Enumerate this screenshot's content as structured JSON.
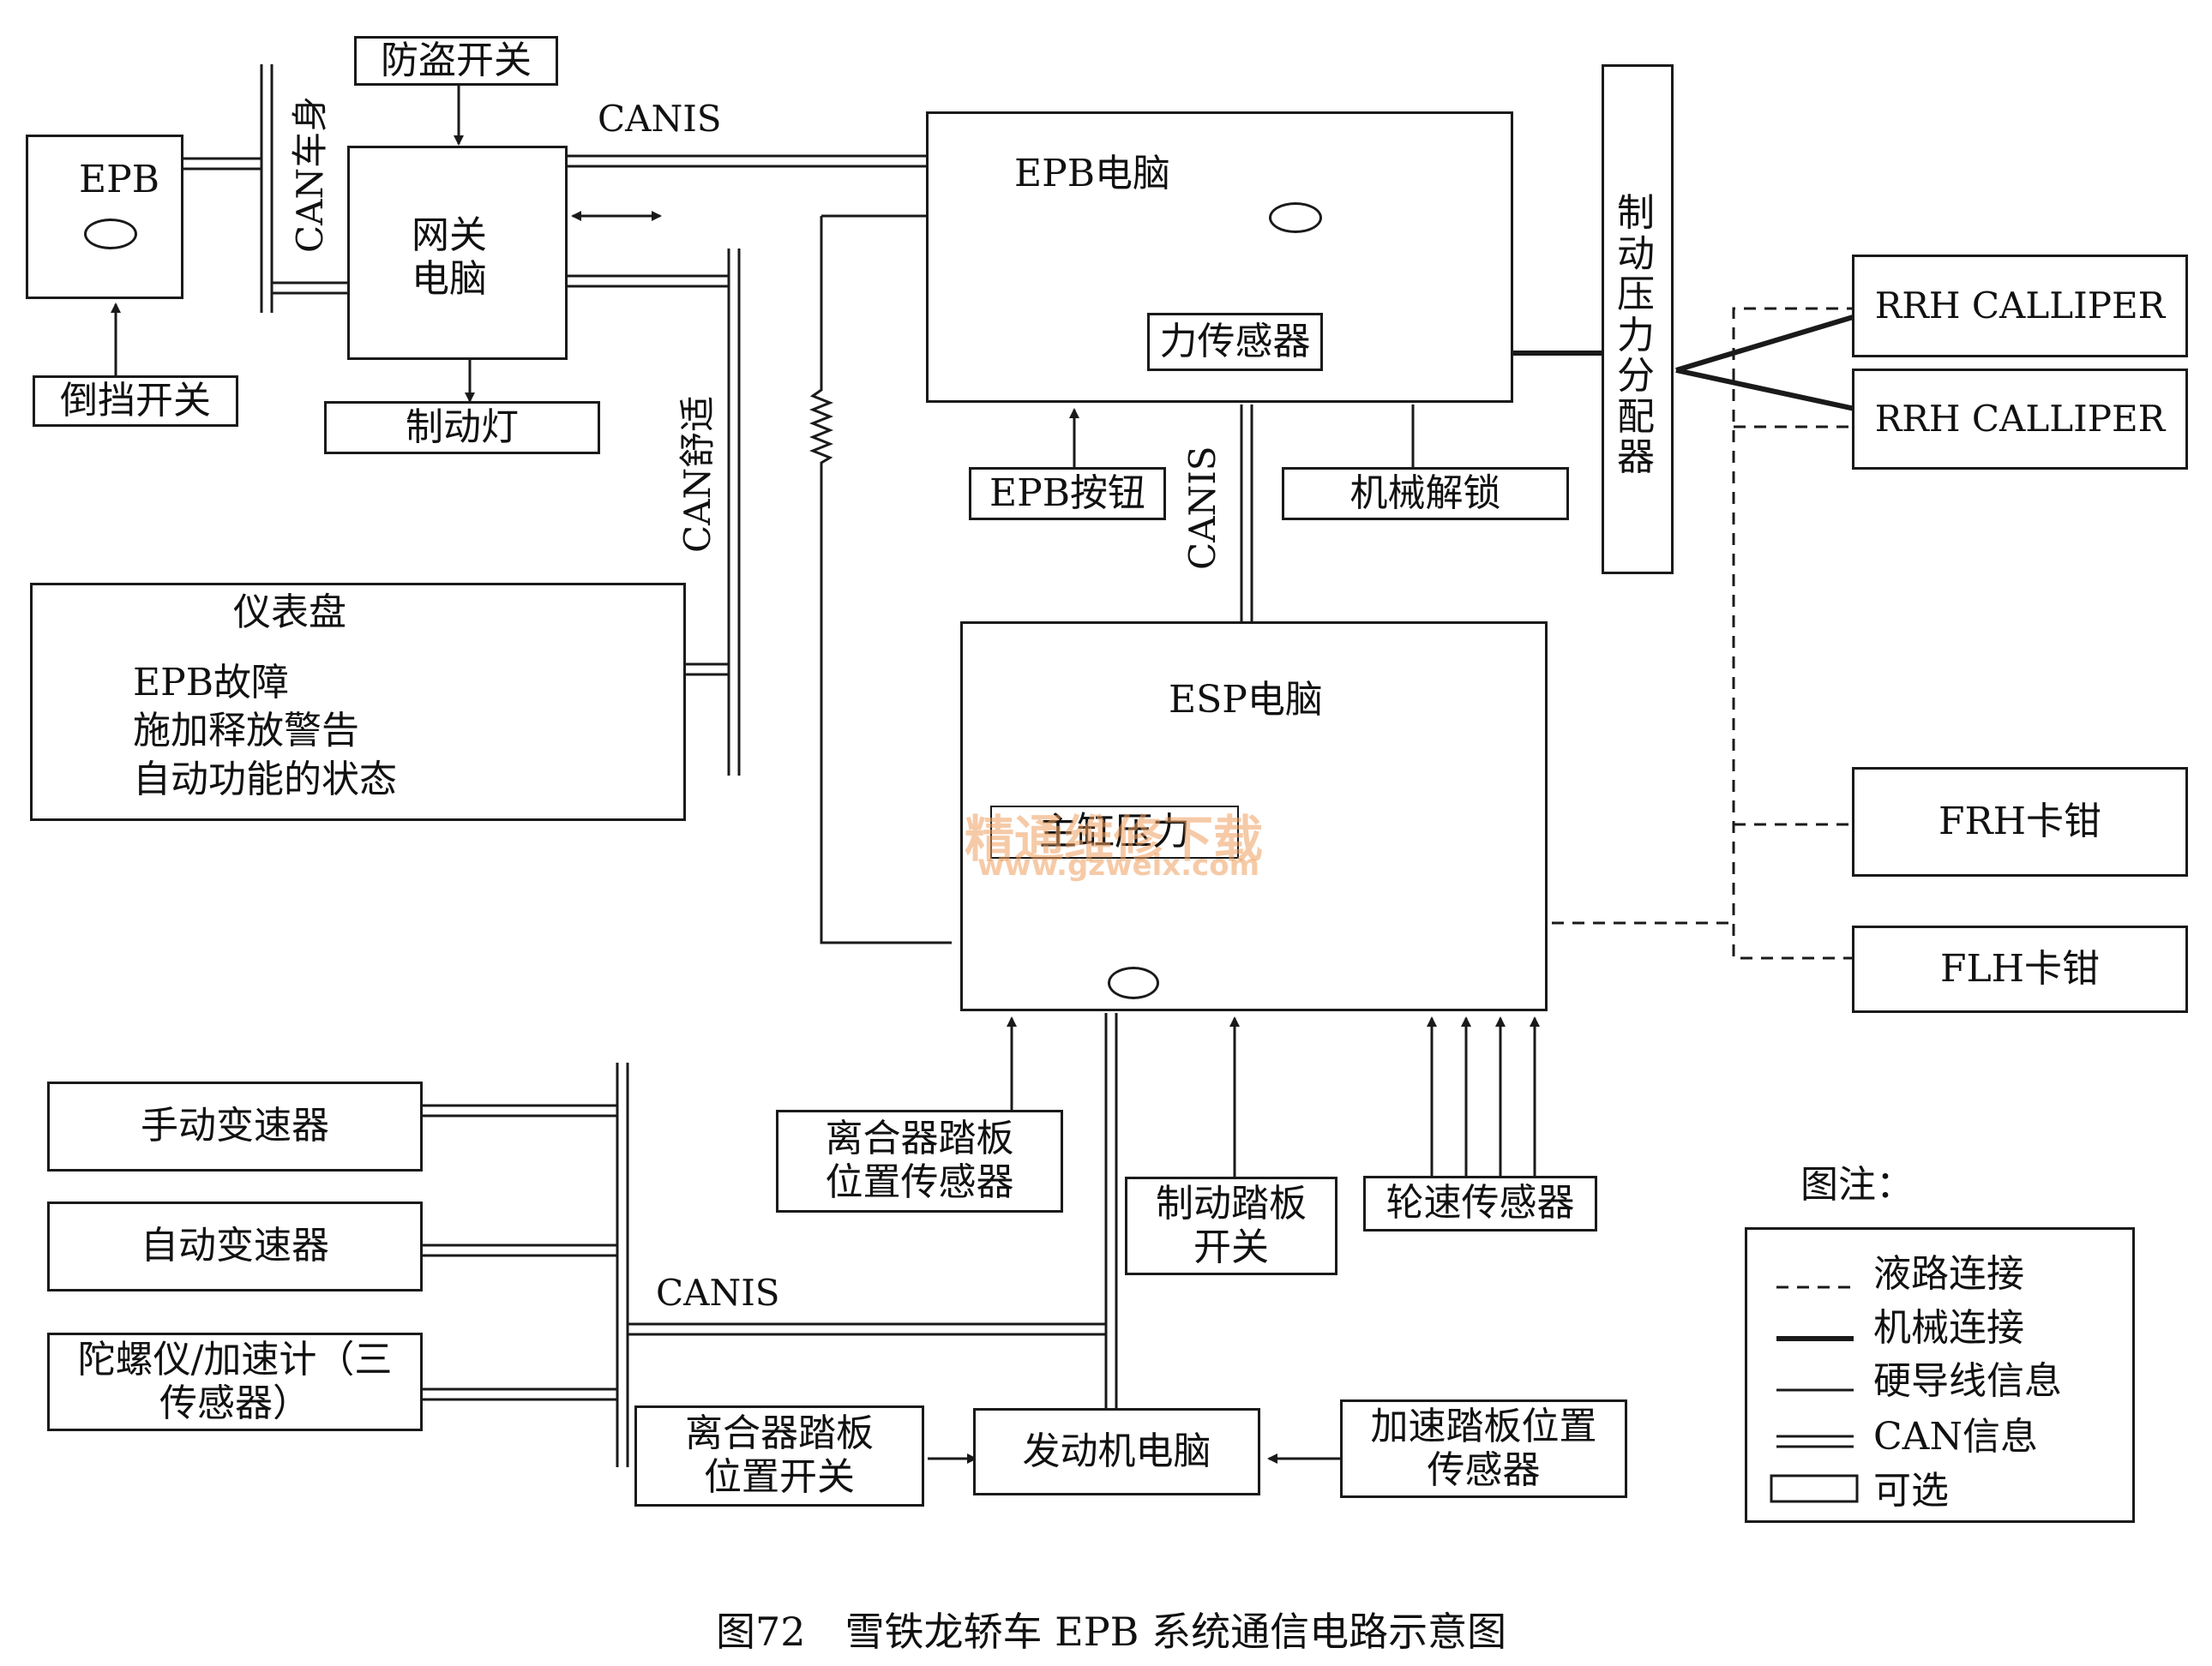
{
  "caption": "图72　雪铁龙轿车 EPB 系统通信电路示意图",
  "nodes": {
    "epb_module": "EPB",
    "anti_theft_switch": "防盗开关",
    "reverse_switch": "倒挡开关",
    "gateway_ecu": [
      "网关",
      "电脑"
    ],
    "brake_light": "制动灯",
    "epb_ecu": "EPB电脑",
    "force_sensor": "力传感器",
    "epb_button": "EPB按钮",
    "mech_unlock": "机械解锁",
    "brake_distributor": "制动压力分配器",
    "rrh_caliper_1": "RRH CALLIPER",
    "rrh_caliper_2": "RRH CALLIPER",
    "dashboard": {
      "title": "仪表盘",
      "lines": [
        "EPB故障",
        "施加释放警告",
        "自动功能的状态"
      ]
    },
    "esp_ecu": "ESP电脑",
    "master_cylinder_pressure": "主缸压力",
    "frh_caliper": "FRH卡钳",
    "flh_caliper": "FLH卡钳",
    "manual_trans": "手动变速器",
    "auto_trans": "自动变速器",
    "gyro": [
      "陀螺仪/加速计（三",
      "传感器）"
    ],
    "clutch_pedal_sensor": [
      "离合器踏板",
      "位置传感器"
    ],
    "brake_pedal_switch": [
      "制动踏板",
      "开关"
    ],
    "wheel_speed_sensor": "轮速传感器",
    "clutch_pedal_switch": [
      "离合器踏板",
      "位置开关"
    ],
    "engine_ecu": "发动机电脑",
    "accel_pedal_sensor": [
      "加速踏板位置",
      "传感器"
    ]
  },
  "buses": {
    "canis_top": "CANIS",
    "can_body": "CAN车身",
    "can_comfort": "CAN舒适",
    "canis_mid": "CANIS",
    "canis_bottom": "CANIS"
  },
  "legend": {
    "title": "图注：",
    "items": [
      "液路连接",
      "机械连接",
      "硬导线信息",
      "CAN信息",
      "可选"
    ]
  },
  "watermark": [
    "精通维修下载",
    "www.gzweix.com"
  ]
}
